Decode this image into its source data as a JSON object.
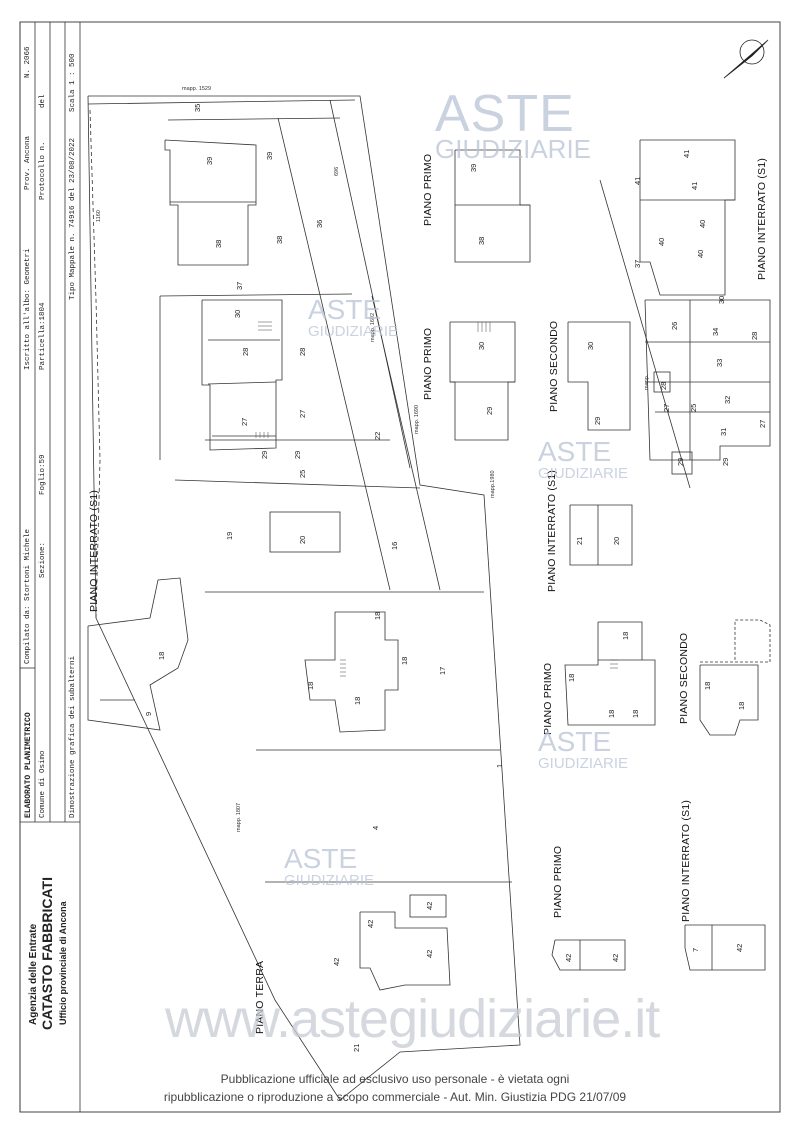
{
  "agency": {
    "line1": "Agenzia delle Entrate",
    "line2": "CATASTO FABBRICATI",
    "line3": "Ufficio provinciale di  Ancona"
  },
  "header": {
    "doc_type": "ELABORATO PLANIMETRICO",
    "compilato": "Compilato da: Stortoni Michele",
    "iscritto": "Iscritto all'albo: Geometri",
    "prov": "Prov. Ancona",
    "numero": "N. 2066",
    "comune": "Comune di Osimo",
    "sezione": "Sezione:",
    "foglio": "Foglio:59",
    "particella": "Particella:1804",
    "protocollo": "Protocollo n.",
    "del": "del",
    "dimostrazione": "Dimostrazione grafica dei subalterni",
    "tipo_mappale": "Tipo Mappale n. 74916   del 23/08/2022",
    "scala": "Scala 1 : 500"
  },
  "plan_labels": {
    "piano_primo_top": "PIANO PRIMO",
    "piano_interrato_right": "PIANO INTERRATO (S1)",
    "piano_primo_mid": "PIANO PRIMO",
    "piano_secondo_mid": "PIANO SECONDO",
    "piano_interrato_left": "PIANO INTERRATO (S1)",
    "piano_interrato_mid": "PIANO INTERRATO (S1)",
    "piano_primo_lower": "PIANO PRIMO",
    "piano_secondo_lower": "PIANO SECONDO",
    "piano_primo_bottom": "PIANO PRIMO",
    "piano_interrato_bottom": "PIANO INTERRATO (S1)",
    "piano_terra": "PIANO TERRA"
  },
  "watermarks": {
    "aste": "ASTE",
    "giudiziarie": "GIUDIZIARIE",
    "site": "www.astegiudiziarie.it"
  },
  "disclaimer": {
    "line1": "Pubblicazione ufficiale ad esclusivo uso personale - è vietata ogni",
    "line2": "ripubblicazione o riproduzione a scopo commerciale - Aut. Min. Giustizia PDG 21/07/09"
  },
  "site_labels": {
    "n35": "35",
    "n39a": "39",
    "n39b": "39",
    "n38a": "38",
    "n38b": "38",
    "n36": "36",
    "n37": "37",
    "n30": "30",
    "n28a": "28",
    "n28b": "28",
    "n27a": "27",
    "n27b": "27",
    "n29a": "29",
    "n29b": "29",
    "n25": "25",
    "n22": "22",
    "n19": "19",
    "n20": "20",
    "n16": "16",
    "n18a": "18",
    "n18b": "18",
    "n18c": "18",
    "n18d": "18",
    "n17": "17",
    "n1": "1",
    "n4": "4",
    "n42a": "42",
    "n42b": "42",
    "n42c": "42",
    "n42d": "42",
    "n9": "9",
    "n18e": "18",
    "n21": "21"
  },
  "mappali": {
    "m1529": "mapp. 1529",
    "m696": "696",
    "m1160a": "1160",
    "m1692": "mapp. 1692",
    "m1690": "mapp. 1690",
    "m1980": "mapp.1980",
    "m1807": "mapp. 1807"
  },
  "detail_labels": {
    "p1_39": "39",
    "p1_38": "38",
    "s1_41a": "41",
    "s1_41b": "41",
    "s1_41c": "41",
    "s1_40a": "40",
    "s1_40b": "40",
    "s1_40c": "40",
    "s1_37": "37",
    "s1_26": "26",
    "s1_30": "30",
    "s1_34": "34",
    "s1_28a": "28",
    "s1_28b": "28",
    "s1_33": "33",
    "s1_27a": "27",
    "s1_27b": "27",
    "s1_25": "25",
    "s1_32": "32",
    "s1_31": "31",
    "s1_29a": "29",
    "s1_29b": "29",
    "s1_mapp": "mapp.",
    "pp_30": "30",
    "pp_29": "29",
    "ps_30": "30",
    "ps_29": "29",
    "pi_21": "21",
    "pi_20": "20",
    "lp_18a": "18",
    "lp_18b": "18",
    "lp_18c": "18",
    "lp_18d": "18",
    "ls_18a": "18",
    "ls_18b": "18",
    "bp_42a": "42",
    "bp_42b": "42",
    "bi_7": "7",
    "bi_42": "42"
  }
}
